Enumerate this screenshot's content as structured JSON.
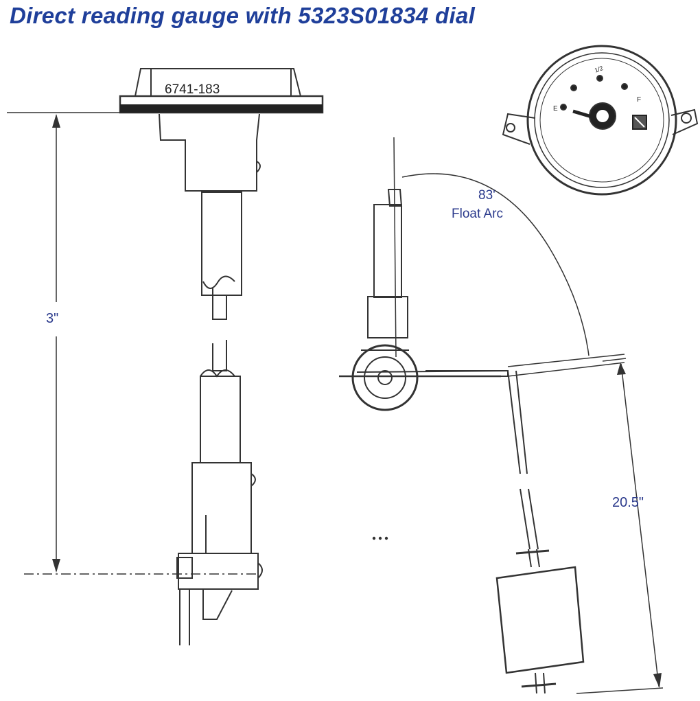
{
  "title": "Direct reading gauge with 5323S01834 dial",
  "part_number": "6741-183",
  "dimensions": {
    "height_label": "3\"",
    "float_arc_angle": "83'",
    "float_arc_caption": "Float Arc",
    "rod_length_label": "20.5\""
  },
  "dial": {
    "empty_mark": "E",
    "full_mark": "F",
    "half_mark": "1/2"
  },
  "colors": {
    "title": "#1f3f9a",
    "labels": "#2b3a8c",
    "lines": "#333333"
  }
}
